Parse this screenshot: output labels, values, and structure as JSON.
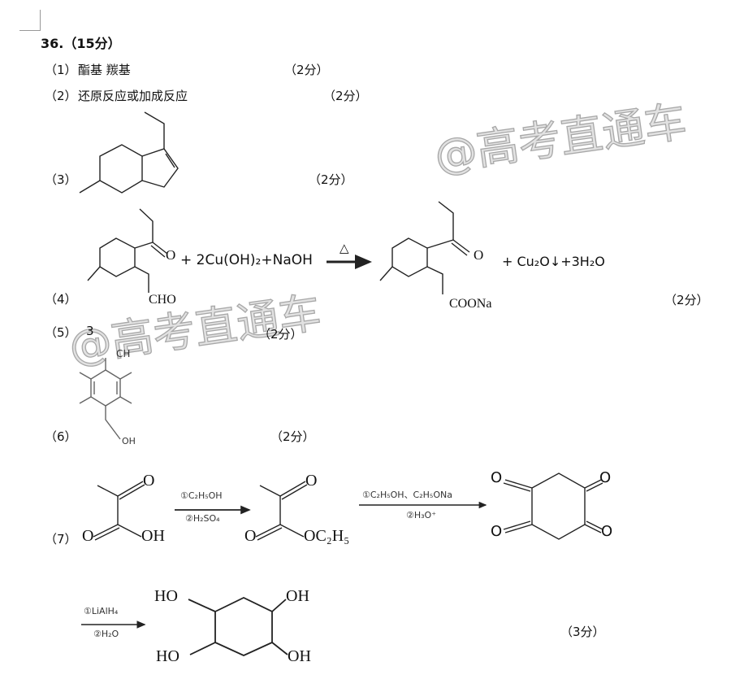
{
  "question": {
    "number": "36.",
    "score": "（15分）"
  },
  "items": [
    {
      "label": "（1）",
      "answer": "酯基 羰基",
      "score": "（2分）"
    },
    {
      "label": "（2）",
      "answer": "还原反应或加成反应",
      "score": "（2分）"
    },
    {
      "label": "（3）",
      "score": "（2分）"
    },
    {
      "label": "（4）",
      "score": "（2分）",
      "reagents": "+ 2Cu(OH)₂+NaOH",
      "condition": "△",
      "reactant_group": "CHO",
      "product_group": "COONa",
      "products": "+ Cu₂O↓+3H₂O",
      "o1": "O",
      "o2": "O"
    },
    {
      "label": "（5）",
      "answer": "3",
      "score": "（2分）"
    },
    {
      "label": "（6）",
      "score": "（2分）",
      "group_top": "CH",
      "group_bottom": "OH"
    },
    {
      "label": "（7）",
      "score": "（3分）",
      "step1": {
        "above": "①C₂H₅OH",
        "below": "②H₂SO₄"
      },
      "step2": {
        "above": "①C₂H₅OH、C₂H₅ONa",
        "below": "②H₃O⁺"
      },
      "step3": {
        "above": "①LiAlH₄",
        "below": "②H₂O"
      },
      "atoms": {
        "o": "O",
        "oh": "OH",
        "oet": "OC₂H₅",
        "ho": "HO"
      }
    }
  ],
  "watermark": "@高考直通车"
}
